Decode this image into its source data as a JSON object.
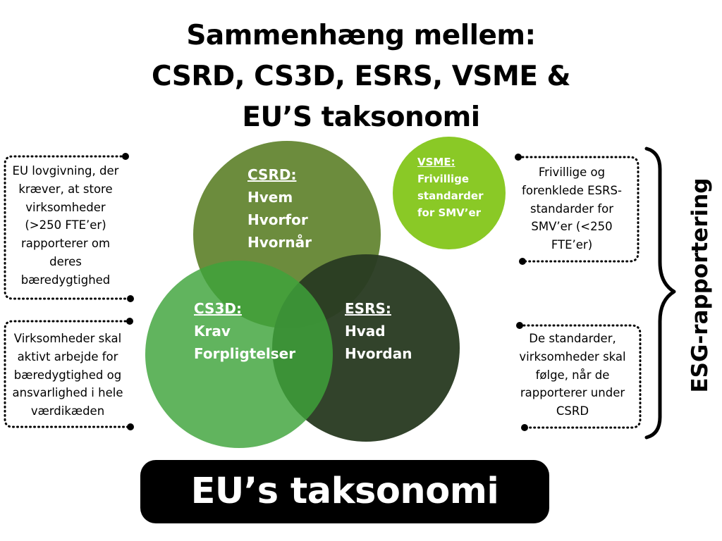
{
  "title": {
    "line1": "Sammenhæng mellem:",
    "line2": "CSRD, CS3D, ESRS, VSME &",
    "line3": "EU’S taksonomi"
  },
  "circles": {
    "csrd": {
      "heading": "CSRD:",
      "lines": [
        "Hvem",
        "Hvorfor",
        "Hvornår"
      ],
      "color": "#6c8c3d"
    },
    "cs3d": {
      "heading": "CS3D:",
      "lines": [
        "Krav",
        "Forpligtelser"
      ],
      "color": "#4aa042"
    },
    "esrs": {
      "heading": "ESRS:",
      "lines": [
        "Hvad",
        "Hvordan"
      ],
      "color": "#2a3b22"
    },
    "vsme": {
      "heading": "VSME:",
      "lines": [
        "Frivillige",
        "standarder",
        "for SMV’er"
      ],
      "color": "#8ac926"
    }
  },
  "notes": {
    "csrd_note": [
      "EU lovgivning, der",
      "kræver, at store",
      "virksomheder",
      "(>250 FTE’er)",
      "rapporterer om",
      "deres",
      "bæredygtighed"
    ],
    "cs3d_note": [
      "Virksomheder skal",
      "aktivt arbejde for",
      "bæredygtighed og",
      "ansvarlighed i hele",
      "værdikæden"
    ],
    "vsme_note": [
      "Frivillige og",
      "forenklede ESRS-",
      "standarder for",
      "SMV’er (<250",
      "FTE’er)"
    ],
    "esrs_note": [
      "De standarder,",
      "virksomheder skal",
      "følge, når de",
      "rapporterer under",
      "CSRD"
    ]
  },
  "brace_label": "ESG-rapportering",
  "taxonomy_label": "EU’s taksonomi"
}
